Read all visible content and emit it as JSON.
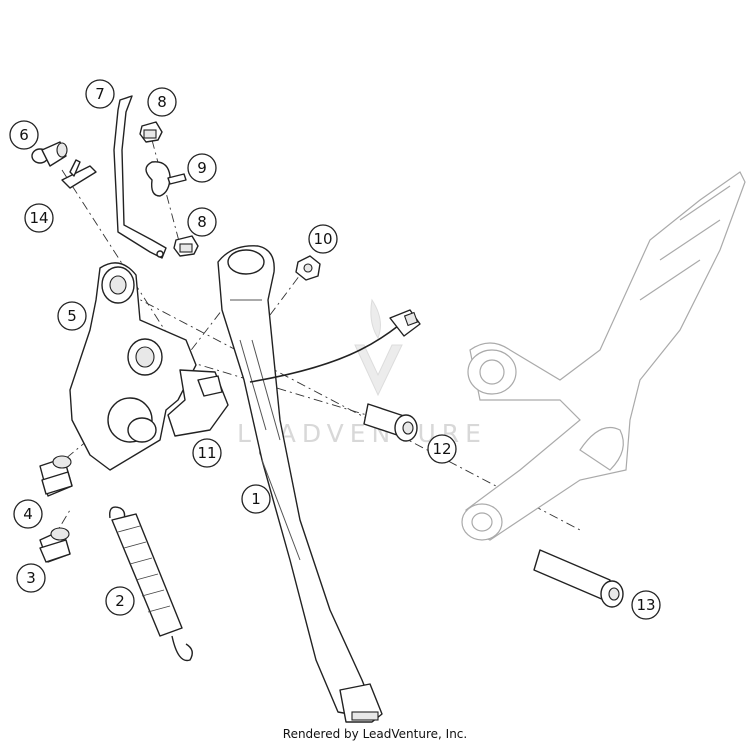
{
  "callouts": {
    "c1": "1",
    "c2": "2",
    "c3": "3",
    "c4": "4",
    "c5": "5",
    "c6": "6",
    "c7": "7",
    "c8a": "8",
    "c8b": "8",
    "c9": "9",
    "c10": "10",
    "c11": "11",
    "c12": "12",
    "c13": "13",
    "c14": "14"
  },
  "watermark": {
    "text": "LEADVENTURE"
  },
  "footer": {
    "credit": "Rendered by LeadVenture, Inc."
  },
  "colors": {
    "line": "#222222",
    "watermark": "#d8d8d8",
    "background": "#ffffff"
  }
}
